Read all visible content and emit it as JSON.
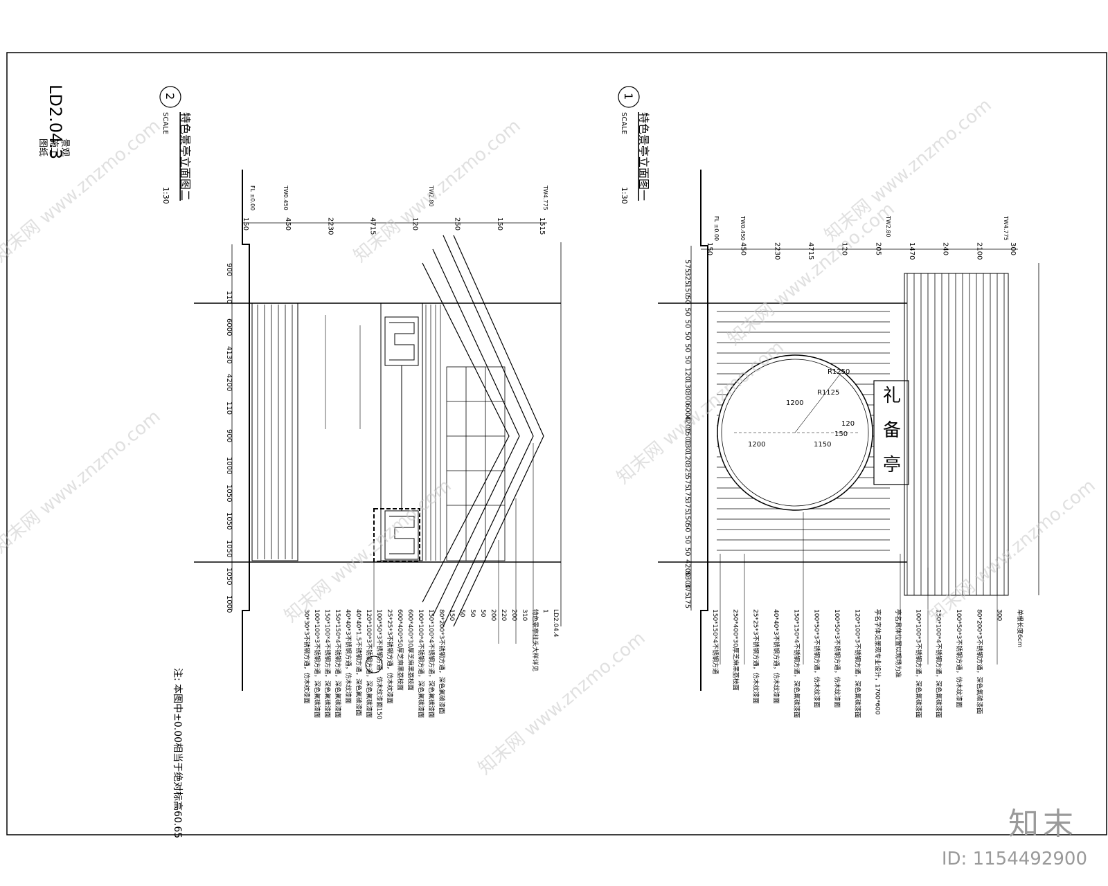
{
  "sheet": {
    "number": "LD2.04.3",
    "category_lines": [
      "景观",
      "施工",
      "图纸"
    ],
    "note": "注: 本图中±0.00相当于绝对标高60.65"
  },
  "view_left": {
    "circle_no": "2",
    "title": "特色景亭立面图二",
    "scale_label": "SCALE",
    "scale": "1:30",
    "dims_top": [
      "150",
      "450",
      "2230",
      "4715",
      "120",
      "250",
      "150",
      "1515"
    ],
    "levels": [
      "FL ±0.00",
      "TW0.450",
      "TW2.80",
      "TW4.775"
    ],
    "dims_vertical": [
      "900",
      "110",
      "6000",
      "4130",
      "4200",
      "110",
      "900",
      "1000",
      "1050",
      "1050",
      "1050",
      "1050",
      "1000"
    ],
    "labels": [
      "30*30*3不锈钢方通，仿木纹漆面",
      "100*100*3不锈钢方通，深色氟碳漆面",
      "150*100*4不锈钢方通，深色氟碳漆面",
      "150*150*4不锈钢方通，深色氟碳漆面",
      "40*40*3不锈钢方通，仿木纹漆面",
      "40*40*1.5不锈钢方通，深色氟碳漆面",
      "120*100*3不锈钢方通，深色氟碳漆面",
      "100*50*3不锈钢方通，仿木纹漆面150",
      "25*25*3不锈钢方通，仿木纹漆面",
      "600*400*50厚芝麻黑荔枝面",
      "600*400*30厚芝麻黑荔枝面",
      "100*100*4不锈钢方通，深色氟碳漆面",
      "150*100*4不锈钢方通，深色氟碳漆面",
      "80*200*3不锈钢方通，深色氟碳漆面",
      "150",
      "50",
      "50",
      "50",
      "200",
      "220",
      "200",
      "310",
      "特色景亭柱头大样详见",
      "1",
      "LD2.04.4"
    ]
  },
  "view_right": {
    "circle_no": "1",
    "title": "特色景亭立面图一",
    "scale_label": "SCALE",
    "scale": "1:30",
    "dims_top": [
      "150",
      "450",
      "2230",
      "4715",
      "120",
      "205",
      "1470",
      "240",
      "2100",
      "300"
    ],
    "levels": [
      "FL ±0.00",
      "TW0.450",
      "TW2.80",
      "TW4.775"
    ],
    "dims_vertical": [
      "575",
      "325",
      "150",
      "50",
      "50",
      "50",
      "50",
      "50",
      "50",
      "120",
      "130",
      "300",
      "6000",
      "4200",
      "1500",
      "130",
      "120",
      "325",
      "575",
      "175",
      "375",
      "150",
      "50",
      "50",
      "50",
      "4200",
      "5300",
      "375",
      "175"
    ],
    "circle_dims": [
      "1200",
      "1150",
      "R1125",
      "1200",
      "R1250",
      "150",
      "120"
    ],
    "sign_chars": [
      "礼",
      "备",
      "亭"
    ],
    "labels": [
      "150*150*4不锈钢方通",
      "250*400*30厚芝麻黑荔枝面",
      "25*25*3不锈钢方通，仿木纹漆面",
      "40*40*3不锈钢方通，仿木纹漆面",
      "150*150*4不锈钢方通，深色氟碳漆面",
      "100*50*3不锈钢方通，仿木纹漆面",
      "100*50*3不锈钢方通，仿木纹漆面",
      "120*100*3不锈钢方通，深色氟碳漆面",
      "亭名字体见景观专业设计，1700*600",
      "亭名具体位置以现场为准",
      "100*100*3不锈钢方通，深色氟碳漆面",
      "150*100*4不锈钢方通，深色氟碳漆面",
      "100*50*3不锈钢方通，仿木纹漆面",
      "80*200*3不锈钢方通，深色氟碳漆面",
      "300",
      "单根长度6cm"
    ]
  },
  "watermark": {
    "text": "知末网 www.znzmo.com",
    "brand": "知末",
    "id": "ID: 1154492900"
  }
}
